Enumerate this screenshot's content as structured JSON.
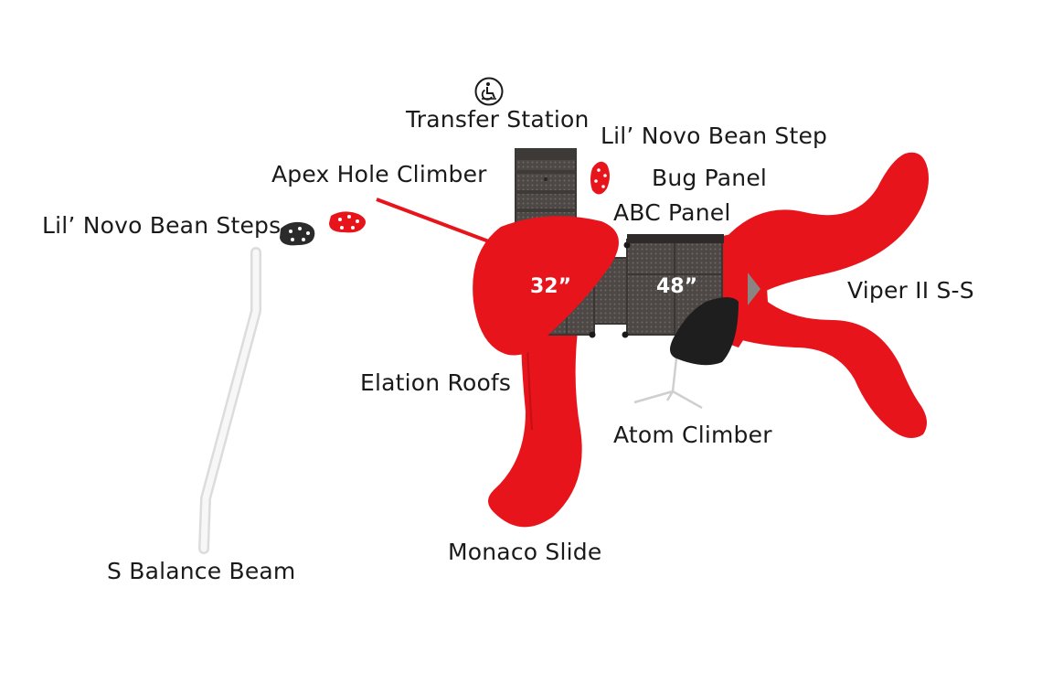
{
  "labels": {
    "transfer_station": "Transfer Station",
    "lil_novo_bean_step": "Lil’ Novo Bean Step",
    "apex_hole_climber": "Apex Hole Climber",
    "bug_panel": "Bug Panel",
    "abc_panel": "ABC Panel",
    "lil_novo_bean_steps": "Lil’ Novo Bean Steps",
    "viper_slide": "Viper II S-S",
    "elation_roofs": "Elation Roofs",
    "atom_climber": "Atom Climber",
    "monaco_slide": "Monaco Slide",
    "balance_beam": "S Balance Beam"
  },
  "deck_heights": {
    "left_deck": "32”",
    "right_deck": "48”"
  },
  "icons": {
    "accessibility": "wheelchair-accessible-icon"
  },
  "colors": {
    "slide_red": "#e8141c",
    "deck_gray": "#4a4644",
    "step_black": "#2b2b2b",
    "beam_white": "#eeeeee"
  }
}
